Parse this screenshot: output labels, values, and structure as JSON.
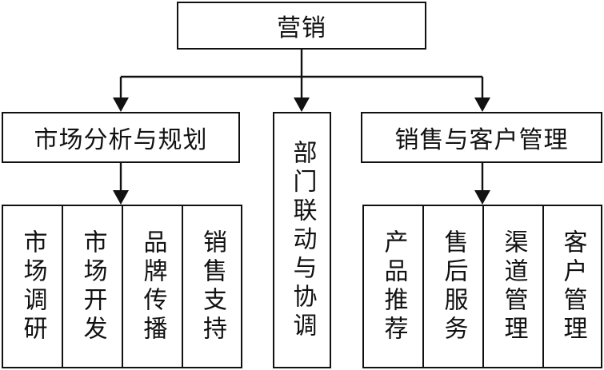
{
  "root": {
    "label": "营销"
  },
  "branches": {
    "left": {
      "label": "市场分析与规划",
      "children": [
        "市场调研",
        "市场开发",
        "品牌传播",
        "销售支持"
      ]
    },
    "middle": {
      "label": "部门联动与协调"
    },
    "right": {
      "label": "销售与客户管理",
      "children": [
        "产品推荐",
        "售后服务",
        "渠道管理",
        "客户管理"
      ]
    }
  }
}
